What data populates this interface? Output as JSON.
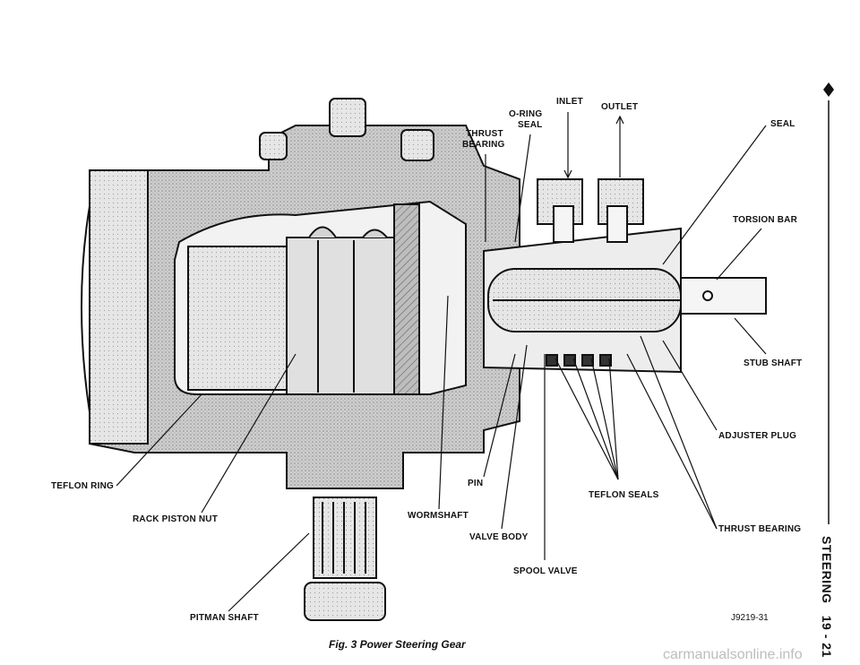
{
  "figure": {
    "caption": "Fig. 3 Power Steering Gear",
    "figure_id": "J9219-31",
    "section_title": "STEERING",
    "page_number": "19 - 21",
    "watermark": "carmanualsonline.info"
  },
  "labels": {
    "inlet": "INLET",
    "outlet": "OUTLET",
    "o_ring_seal_1": "O-RING",
    "o_ring_seal_2": "SEAL",
    "thrust_bearing_top_1": "THRUST",
    "thrust_bearing_top_2": "BEARING",
    "seal": "SEAL",
    "torsion_bar": "TORSION BAR",
    "stub_shaft": "STUB SHAFT",
    "adjuster_plug": "ADJUSTER PLUG",
    "teflon_ring": "TEFLON RING",
    "pin": "PIN",
    "teflon_seals": "TEFLON SEALS",
    "rack_piston_nut": "RACK PISTON NUT",
    "wormshaft": "WORMSHAFT",
    "thrust_bearing_bottom": "THRUST BEARING",
    "valve_body": "VALVE BODY",
    "spool_valve": "SPOOL VALVE",
    "pitman_shaft": "PITMAN SHAFT"
  }
}
